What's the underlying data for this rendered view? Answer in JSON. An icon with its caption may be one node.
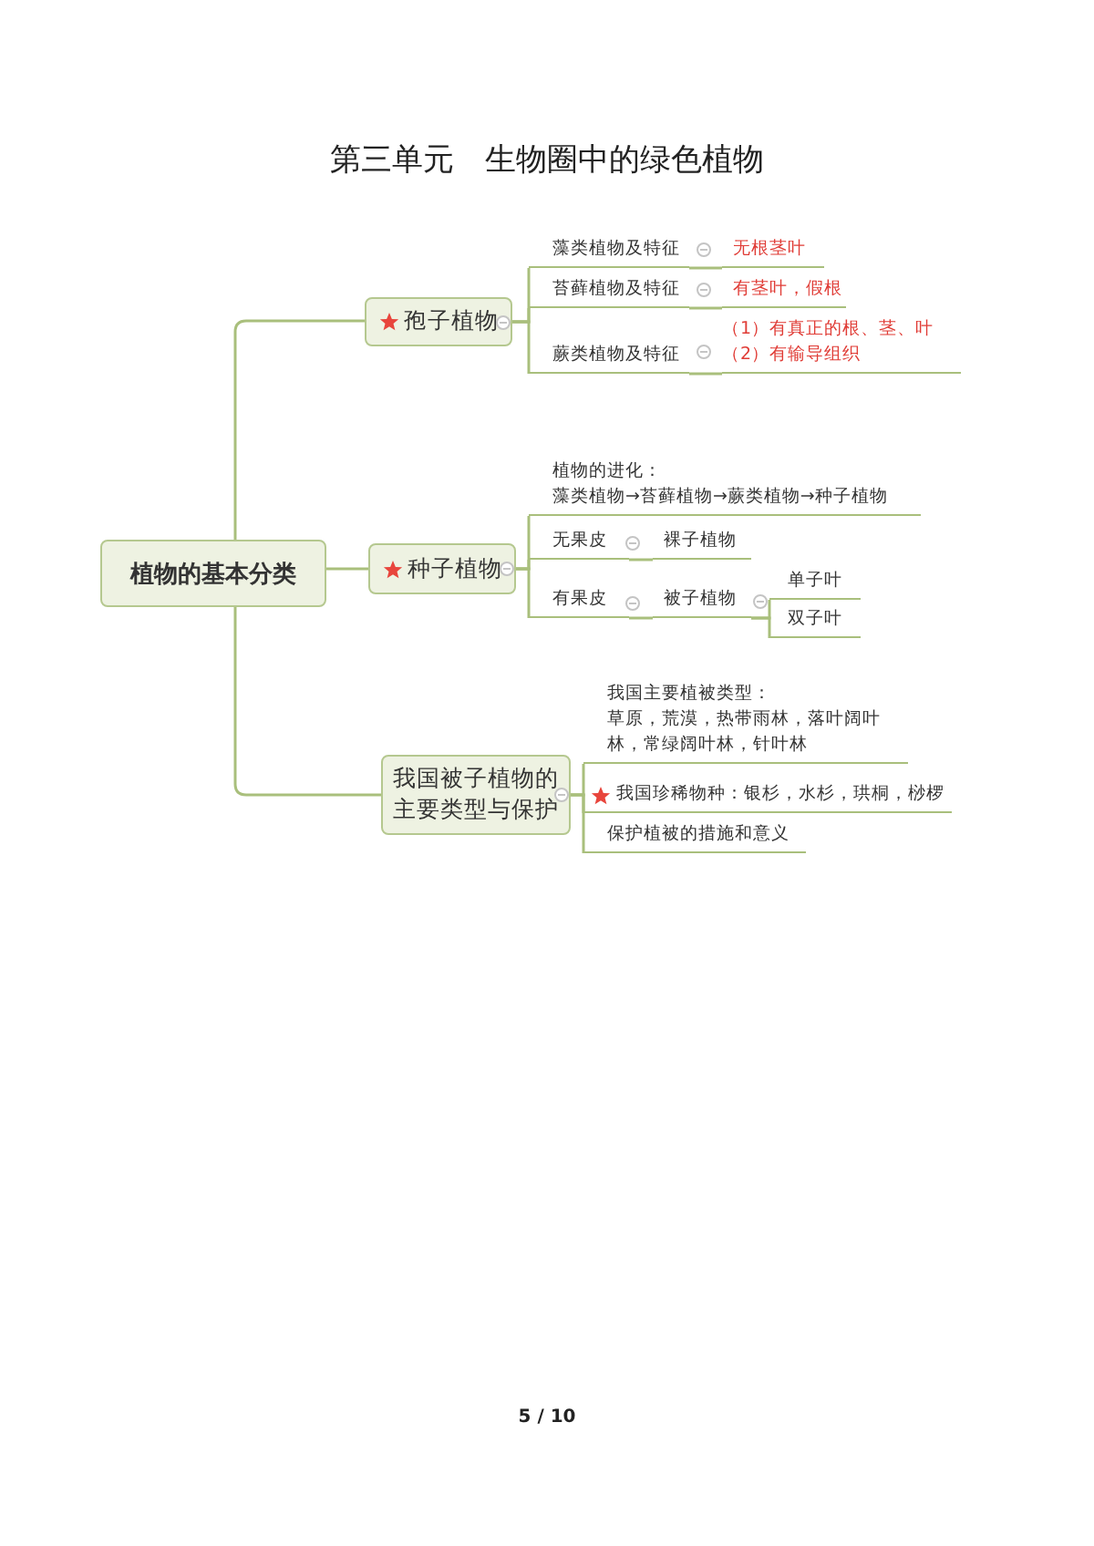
{
  "diagram": {
    "title": "第三单元　生物圈中的绿色植物",
    "nodes": [
      {
        "text": [
          "植物的基本分类"
        ]
      },
      {
        "text": [
          "孢子植物"
        ]
      },
      {
        "text": [
          "种子植物"
        ]
      },
      {
        "text": [
          "我国被子植物的主要类型与保护"
        ]
      },
      {
        "text": [
          "藻类植物及特征"
        ]
      },
      {
        "text": [
          "无根茎叶"
        ]
      },
      {
        "text": [
          "苔藓植物及特征"
        ]
      },
      {
        "text": [
          "有茎叶，假根"
        ]
      },
      {
        "text": [
          "蕨类植物及特征"
        ]
      },
      {
        "text": [
          "（1）有真正的根、茎、叶",
          "（2）有输导组织"
        ]
      },
      {
        "text": [
          "植物的进化：",
          "藻类植物→苔藓植物→蕨类植物→种子植物"
        ]
      },
      {
        "text": [
          "无果皮"
        ]
      },
      {
        "text": [
          "裸子植物"
        ]
      },
      {
        "text": [
          "有果皮"
        ]
      },
      {
        "text": [
          "被子植物"
        ]
      },
      {
        "text": [
          "单子叶"
        ]
      },
      {
        "text": [
          "双子叶"
        ]
      },
      {
        "text": [
          "我国主要植被类型：",
          "草原，荒漠，热带雨林，落叶阔叶林，常绿阔叶林，针叶林"
        ]
      },
      {
        "text": [
          "我国珍稀物种：银杉，水杉，珙桐，桫椤"
        ]
      },
      {
        "text": [
          "保护植被的措施和意义"
        ]
      }
    ],
    "edges": [
      {
        "from": 0,
        "to": 1,
        "arrow": "none"
      },
      {
        "from": 0,
        "to": 2,
        "arrow": "none"
      },
      {
        "from": 0,
        "to": 3,
        "arrow": "none"
      },
      {
        "from": 1,
        "to": 4,
        "arrow": "none"
      },
      {
        "from": 1,
        "to": 6,
        "arrow": "none"
      },
      {
        "from": 1,
        "to": 8,
        "arrow": "none"
      },
      {
        "from": 4,
        "to": 5,
        "arrow": "none"
      },
      {
        "from": 6,
        "to": 7,
        "arrow": "none"
      },
      {
        "from": 8,
        "to": 9,
        "arrow": "none"
      },
      {
        "from": 2,
        "to": 10,
        "arrow": "none"
      },
      {
        "from": 2,
        "to": 11,
        "arrow": "none"
      },
      {
        "from": 2,
        "to": 13,
        "arrow": "none"
      },
      {
        "from": 11,
        "to": 12,
        "arrow": "none"
      },
      {
        "from": 13,
        "to": 14,
        "arrow": "none"
      },
      {
        "from": 14,
        "to": 15,
        "arrow": "none"
      },
      {
        "from": 14,
        "to": 16,
        "arrow": "none"
      },
      {
        "from": 3,
        "to": 17,
        "arrow": "none"
      },
      {
        "from": 3,
        "to": 18,
        "arrow": "none"
      },
      {
        "from": 3,
        "to": 19,
        "arrow": "none"
      }
    ],
    "labels": [
      "5 / 10"
    ]
  }
}
